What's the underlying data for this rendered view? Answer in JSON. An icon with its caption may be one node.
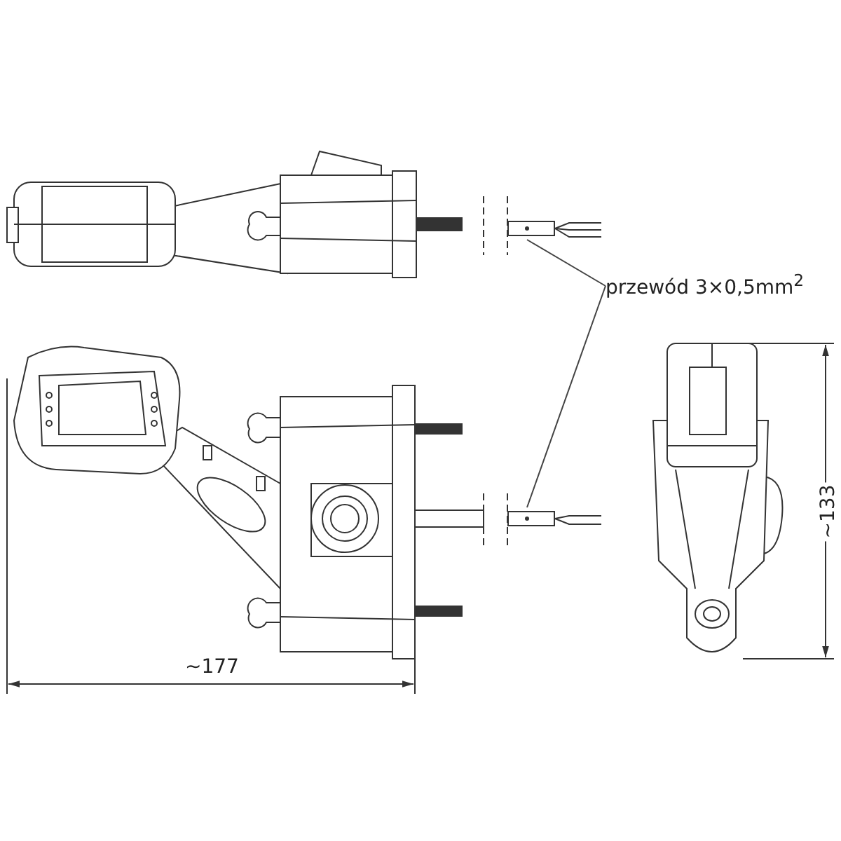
{
  "diagram": {
    "nodes": [
      {
        "text": [
          "przewód 3×0,5mm$^{2}$"
        ]
      },
      {
        "text": [],
        "shape": "picture"
      },
      {
        "text": [],
        "shape": "picture"
      }
    ],
    "edges": [
      {
        "from": 0,
        "to": 1,
        "arrow": "none"
      },
      {
        "from": 0,
        "to": 2,
        "arrow": "none"
      }
    ],
    "labels": [
      "~177",
      "~133"
    ]
  }
}
